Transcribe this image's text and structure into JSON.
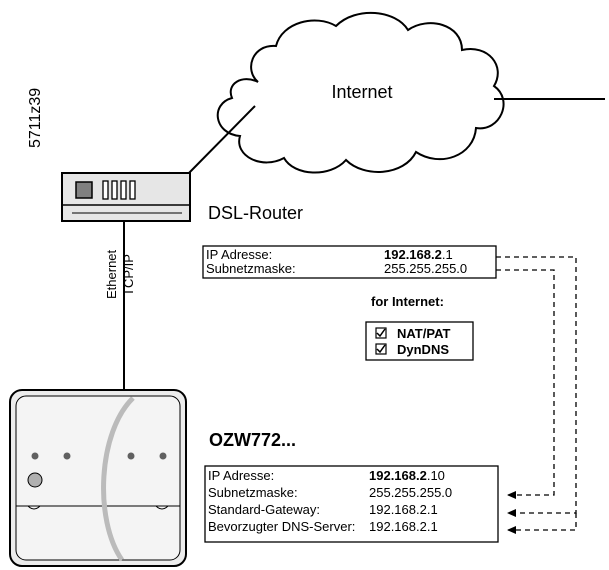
{
  "drawing_id": "5711z39",
  "cloud": {
    "label": "Internet"
  },
  "router": {
    "label": "DSL-Router"
  },
  "cable": {
    "label_line1": "Ethernet",
    "label_line2": "TCP/IP"
  },
  "router_settings": {
    "rows": [
      {
        "label": "IP Adresse:",
        "value_bold": "192.168.2",
        "value_rest": ".1"
      },
      {
        "label": "Subnetzmaske:",
        "value_bold": "",
        "value_rest": "255.255.255.0"
      }
    ]
  },
  "internet_features": {
    "heading": "for Internet:",
    "items": [
      "NAT/PAT",
      "DynDNS"
    ]
  },
  "device": {
    "label": "OZW772..."
  },
  "device_settings": {
    "rows": [
      {
        "label": "IP Adresse:",
        "value_bold": "192.168.2",
        "value_rest": ".10"
      },
      {
        "label": "Subnetzmaske:",
        "value_bold": "",
        "value_rest": "255.255.255.0"
      },
      {
        "label": "Standard-Gateway:",
        "value_bold": "",
        "value_rest": "192.168.2.1"
      },
      {
        "label": "Bevorzugter DNS-Server:",
        "value_bold": "",
        "value_rest": "192.168.2.1"
      }
    ]
  }
}
